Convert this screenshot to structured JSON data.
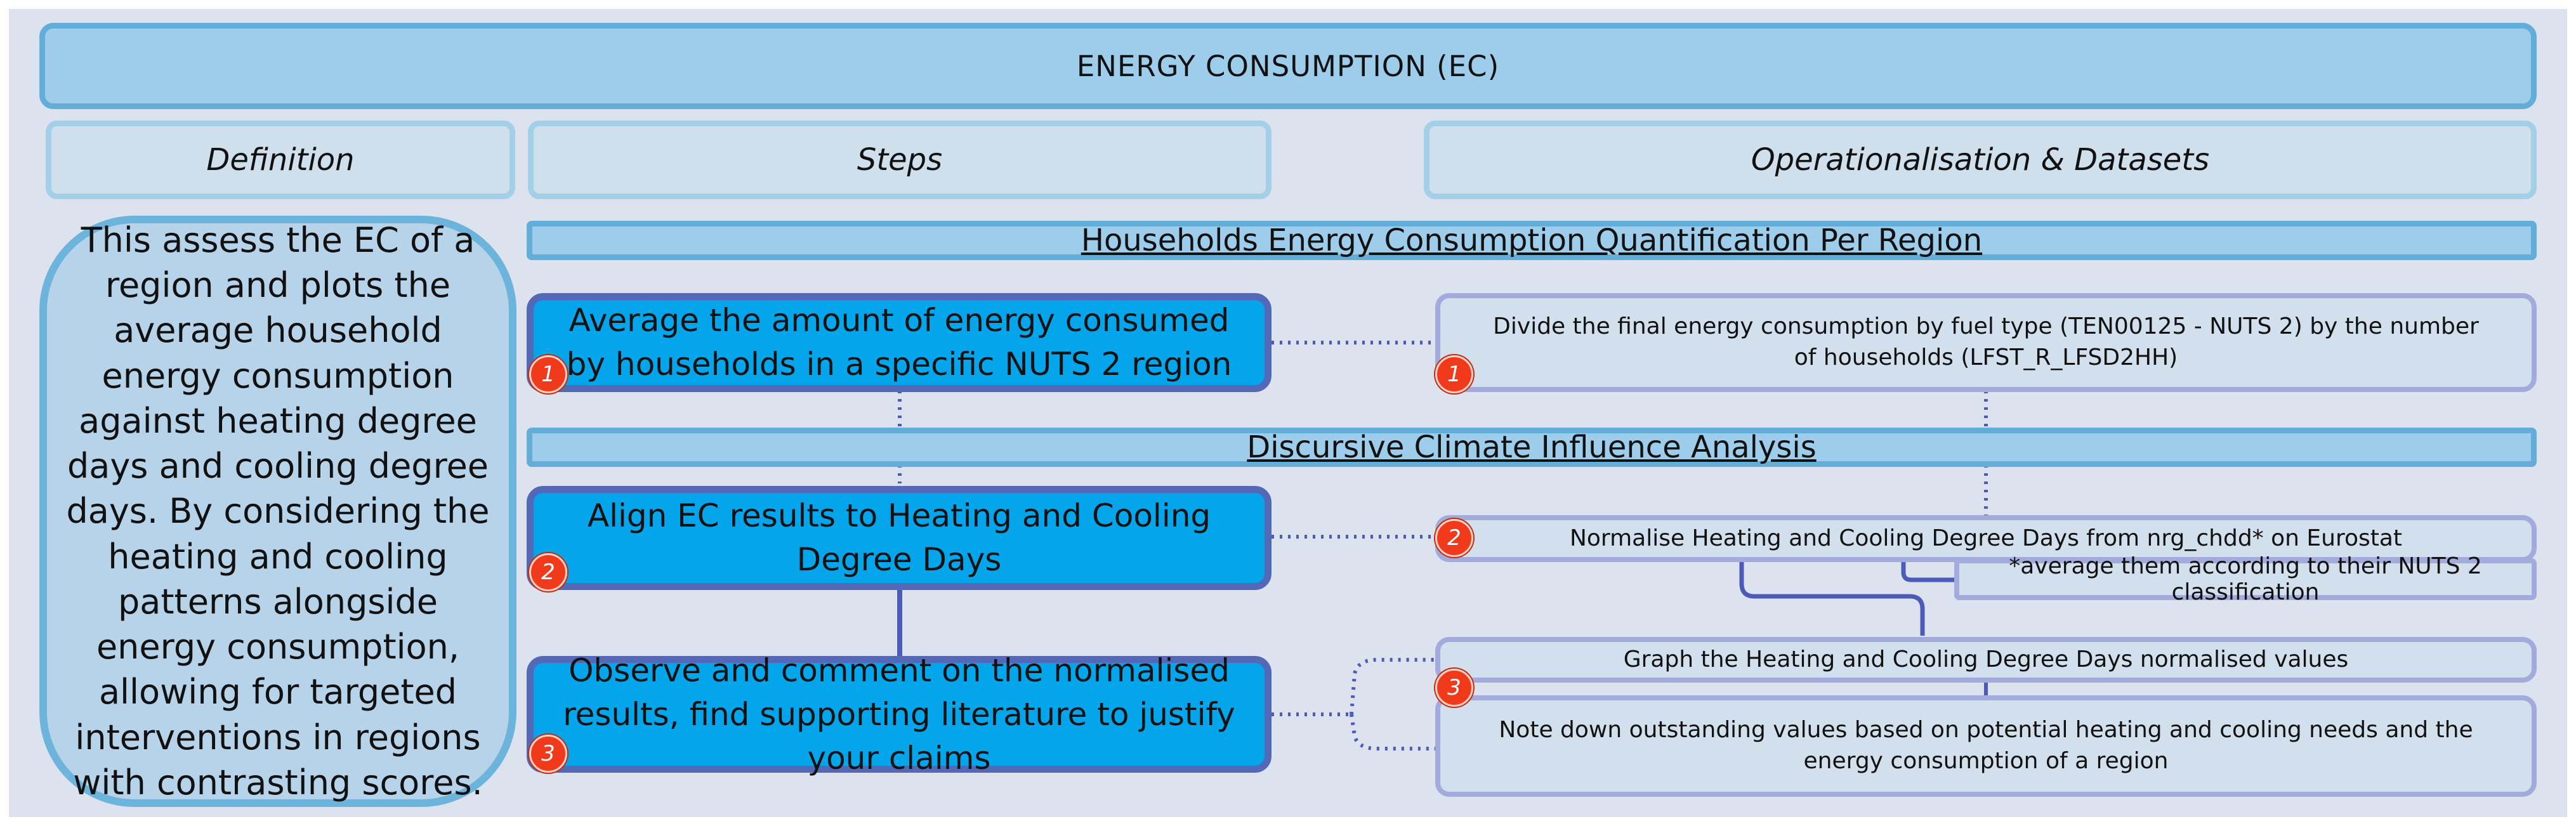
{
  "title": "ENERGY CONSUMPTION (EC)",
  "headers": {
    "definition": "Definition",
    "steps": "Steps",
    "operationalisation": "Operationalisation & Datasets"
  },
  "definition_text": "This assess the EC of a region and plots the average household energy consumption against heating degree days and cooling degree days. By considering the heating and cooling patterns alongside energy consumption, allowing for targeted interventions in regions with contrasting scores.",
  "sections": {
    "section1": "Households Energy Consumption Quantification Per Region",
    "section2": "Discursive Climate Influence Analysis"
  },
  "steps": [
    {
      "number": "1",
      "text": "Average the amount of energy consumed by households in a specific NUTS 2 region"
    },
    {
      "number": "2",
      "text": "Align EC results to Heating and Cooling Degree Days"
    },
    {
      "number": "3",
      "text": "Observe and comment on the normalised results, find supporting literature to justify your claims"
    }
  ],
  "operations": {
    "op1": {
      "number": "1",
      "text": "Divide the final energy consumption by fuel type (TEN00125 - NUTS 2)  by the number of households (LFST_R_LFSD2HH)"
    },
    "op2": {
      "number": "2",
      "text": "Normalise Heating and Cooling Degree Days from nrg_chdd* on Eurostat"
    },
    "op2_note": "*average them according to their NUTS 2 classification",
    "op3a": {
      "number": "3",
      "text": "Graph the Heating and Cooling Degree Days normalised values"
    },
    "op3b": "Note down outstanding values based on potential heating and cooling needs and the energy consumption of a region"
  },
  "colors": {
    "step_fill": "#04a5ea",
    "step_border": "#5369b8",
    "badge": "#f13a1b",
    "connector": "#4d5bb8"
  }
}
